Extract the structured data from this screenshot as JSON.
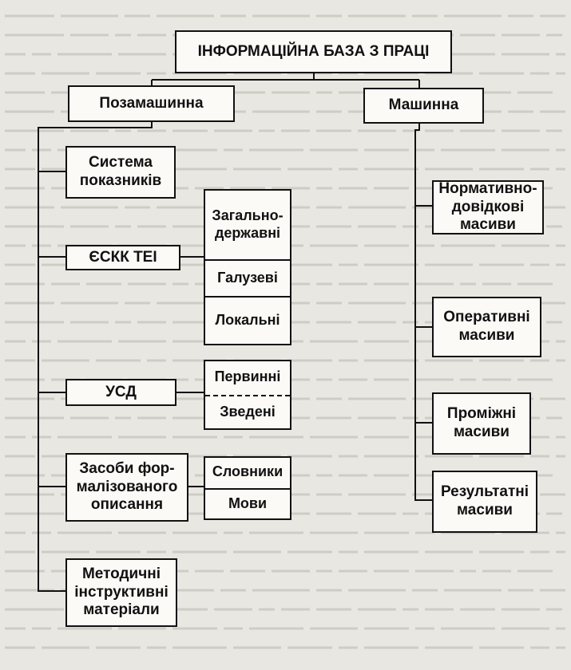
{
  "diagram": {
    "title": "ІНФОРМАЦІЙНА БАЗА З ПРАЦІ",
    "branches": {
      "offline": "Позамашинна",
      "machine": "Машинна"
    },
    "offline_items": [
      "Система\nпоказників",
      "ЄСКК ТЕІ",
      "УСД",
      "Засоби фор-\nмалізованого\nописання",
      "Методичні\nінструктивні\nматеріали"
    ],
    "classifier_levels": [
      "Загально-\nдержавні",
      "Галузеві",
      "Локальні"
    ],
    "document_types": [
      "Первинні",
      "Зведені"
    ],
    "formal_tools": [
      "Словники",
      "Мови"
    ],
    "machine_items": [
      "Нормативно-\nдовідкові\nмасиви",
      "Оперативні\nмасиви",
      "Проміжні\nмасиви",
      "Результатні\nмасиви"
    ]
  }
}
